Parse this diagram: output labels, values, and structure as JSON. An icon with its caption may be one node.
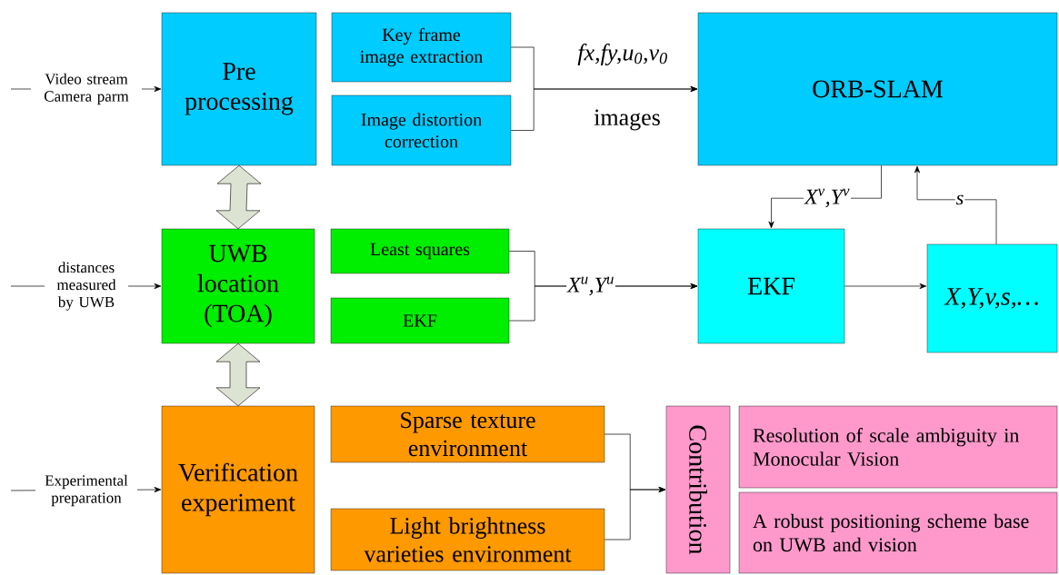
{
  "diagram": {
    "nodes": [
      {
        "text": [
          "Pre processing"
        ]
      },
      {
        "text": [
          "Key frame image extraction"
        ]
      },
      {
        "text": [
          "Image distortion correction"
        ]
      },
      {
        "text": [
          "ORB-SLAM"
        ]
      },
      {
        "text": [
          "UWB location (TOA)"
        ]
      },
      {
        "text": [
          "Least squares"
        ]
      },
      {
        "text": [
          "EKF"
        ]
      },
      {
        "text": [
          "EKF"
        ]
      },
      {
        "text": [
          "X,Y,v,s,…"
        ]
      },
      {
        "text": [
          "Verification experiment"
        ]
      },
      {
        "text": [
          "Sparse texture environment"
        ]
      },
      {
        "text": [
          "Light brightness varieties environment"
        ]
      },
      {
        "text": [
          "Contribution"
        ]
      },
      {
        "text": [
          "Resolution of scale ambiguity in Monocular Vision"
        ]
      },
      {
        "text": [
          "A robust positioning scheme base on UWB and vision"
        ]
      }
    ],
    "edges": [
      {
        "from": null,
        "to": 0,
        "arrow": "to",
        "label": "Video stream Camera parm"
      },
      {
        "from": 1,
        "to": 3,
        "arrow": "to",
        "label": "fx,fy,u$_{0}$,v$_{0}$"
      },
      {
        "from": 2,
        "to": 3,
        "arrow": "to",
        "label": "images"
      },
      {
        "from": 0,
        "to": 4,
        "arrow": "both",
        "style": "thick"
      },
      {
        "from": null,
        "to": 4,
        "arrow": "to",
        "label": "distances measured by UWB"
      },
      {
        "from": 5,
        "to": 7,
        "arrow": "to",
        "label": "X$^{u}$,Y$^{u}$"
      },
      {
        "from": 6,
        "to": 7,
        "arrow": "to"
      },
      {
        "from": 3,
        "to": 7,
        "arrow": "to",
        "label": "X$^{v}$,Y$^{v}$"
      },
      {
        "from": 7,
        "to": 8,
        "arrow": "to"
      },
      {
        "from": 8,
        "to": 3,
        "arrow": "to",
        "label": "s"
      },
      {
        "from": 4,
        "to": 9,
        "arrow": "both",
        "style": "thick"
      },
      {
        "from": null,
        "to": 9,
        "arrow": "to",
        "label": "Experimental preparation"
      },
      {
        "from": 10,
        "to": 12,
        "arrow": "to"
      },
      {
        "from": 11,
        "to": 12,
        "arrow": "to"
      }
    ]
  }
}
